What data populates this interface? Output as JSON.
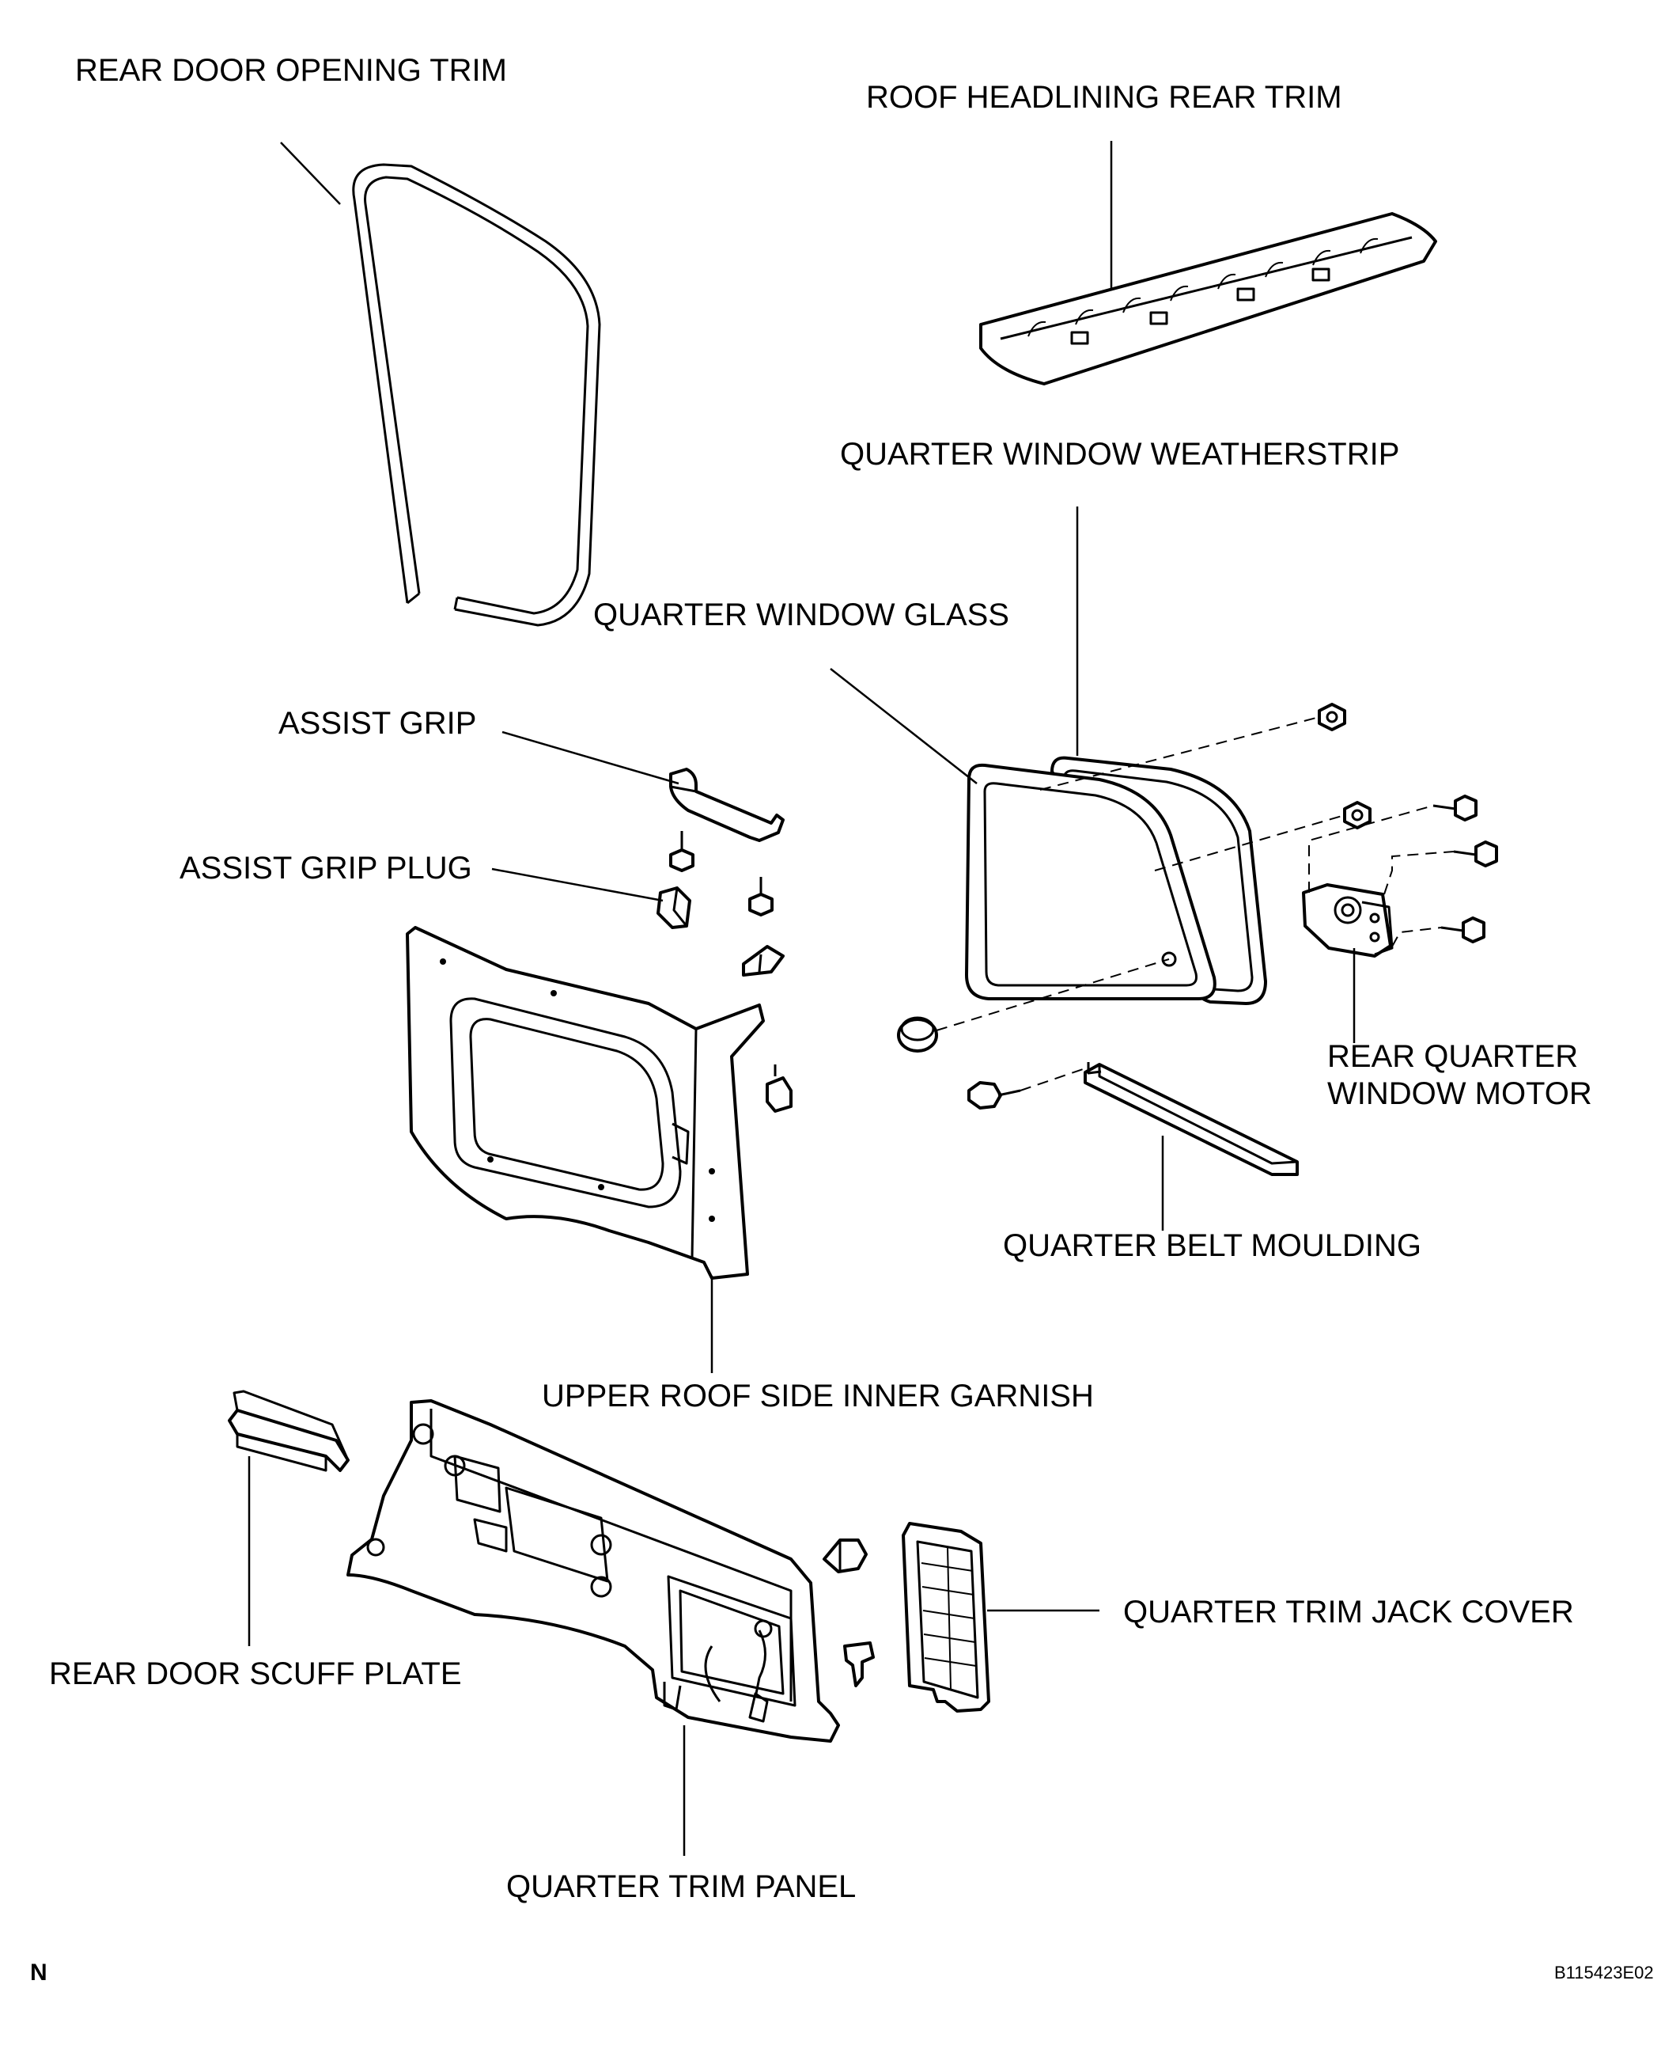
{
  "labels": {
    "rear_door_opening_trim": "REAR DOOR OPENING TRIM",
    "roof_headlining_rear_trim": "ROOF HEADLINING REAR TRIM",
    "quarter_window_weatherstrip": "QUARTER WINDOW WEATHERSTRIP",
    "quarter_window_glass": "QUARTER WINDOW GLASS",
    "assist_grip": "ASSIST GRIP",
    "assist_grip_plug": "ASSIST GRIP PLUG",
    "rear_quarter_window_motor_line1": "REAR QUARTER",
    "rear_quarter_window_motor_line2": "WINDOW MOTOR",
    "quarter_belt_moulding": "QUARTER BELT MOULDING",
    "upper_roof_side_inner_garnish": "UPPER ROOF SIDE INNER GARNISH",
    "quarter_trim_jack_cover": "QUARTER TRIM JACK COVER",
    "rear_door_scuff_plate": "REAR DOOR SCUFF PLATE",
    "quarter_trim_panel": "QUARTER TRIM PANEL"
  },
  "footer": {
    "orientation_mark": "N",
    "figure_code": "B115423E02"
  }
}
